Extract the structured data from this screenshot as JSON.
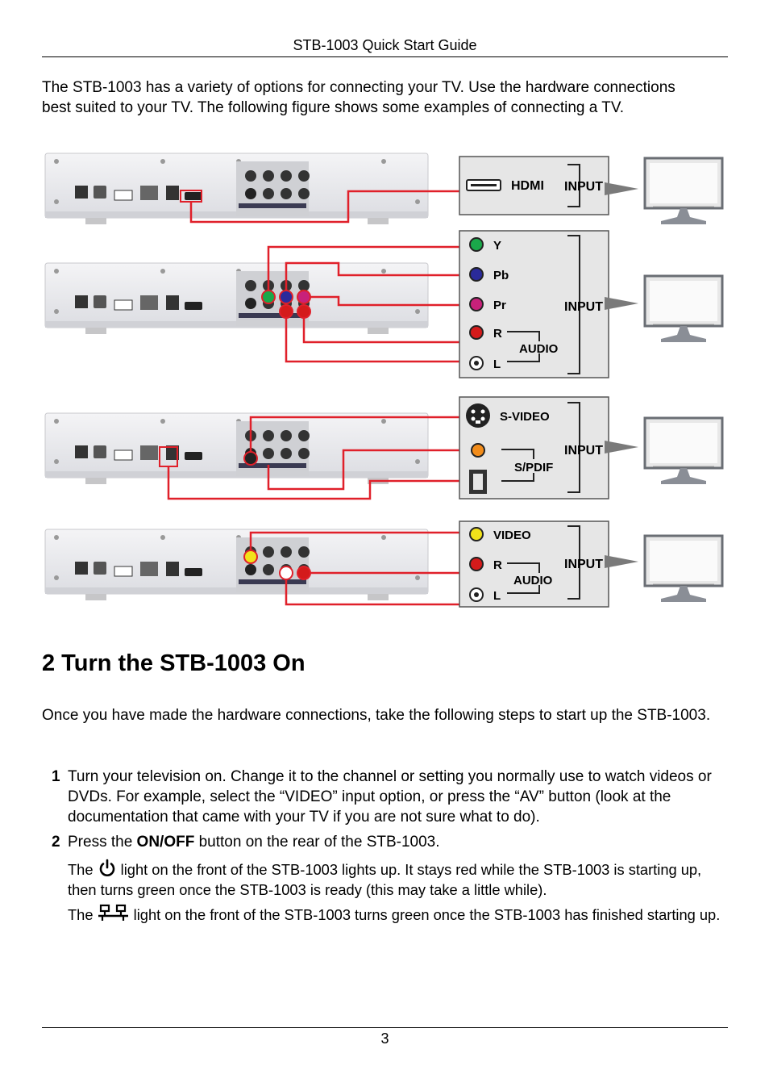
{
  "header": {
    "title": "STB-1003 Quick Start Guide"
  },
  "intro": "The STB-1003 has a variety of options for connecting your TV. Use the hardware connections best suited to your TV. The following figure shows some examples of connecting a TV.",
  "figure": {
    "panel_hdmi": {
      "hdmi": "HDMI",
      "input": "INPUT"
    },
    "panel_component": {
      "y": "Y",
      "pb": "Pb",
      "pr": "Pr",
      "r": "R",
      "l": "L",
      "audio": "AUDIO",
      "input": "INPUT"
    },
    "panel_svideo": {
      "svideo": "S-VIDEO",
      "spdif": "S/PDIF",
      "input": "INPUT"
    },
    "panel_composite": {
      "video": "VIDEO",
      "r": "R",
      "l": "L",
      "audio": "AUDIO",
      "input": "INPUT"
    },
    "colors": {
      "cable": "#e0202a",
      "panel_bg": "#e6e6e6",
      "green": "#1aa84a",
      "blue": "#2a2a9a",
      "magenta": "#c8217a",
      "red": "#d41b1b",
      "orange": "#f28c1a",
      "yellow": "#f2e21a"
    }
  },
  "section": {
    "title": "2 Turn the STB-1003 On"
  },
  "lead": "Once you have made the hardware connections, take the following steps to start up the STB-1003.",
  "steps": [
    {
      "num": "1",
      "text": "Turn your television on. Change it to the channel or setting you normally use to watch videos or DVDs. For example, select the “VIDEO” input option, or press the “AV” button (look at the documentation that came with your TV if you are not sure what to do)."
    },
    {
      "num": "2",
      "pre": "Press the ",
      "bold": "ON/OFF",
      "post": " button on the rear of the STB-1003."
    }
  ],
  "notes": {
    "power": {
      "pre": "The ",
      "post": " light on the front of the STB-1003 lights up. It stays red while the STB-1003 is starting up, then turns green once the STB-1003 is ready (this may take a little while).",
      "icon": "power-icon"
    },
    "network": {
      "pre": "The ",
      "post": " light on the front of the STB-1003 turns green once the STB-1003 has finished starting up.",
      "icon": "network-icon"
    }
  },
  "footer": {
    "page": "3"
  }
}
